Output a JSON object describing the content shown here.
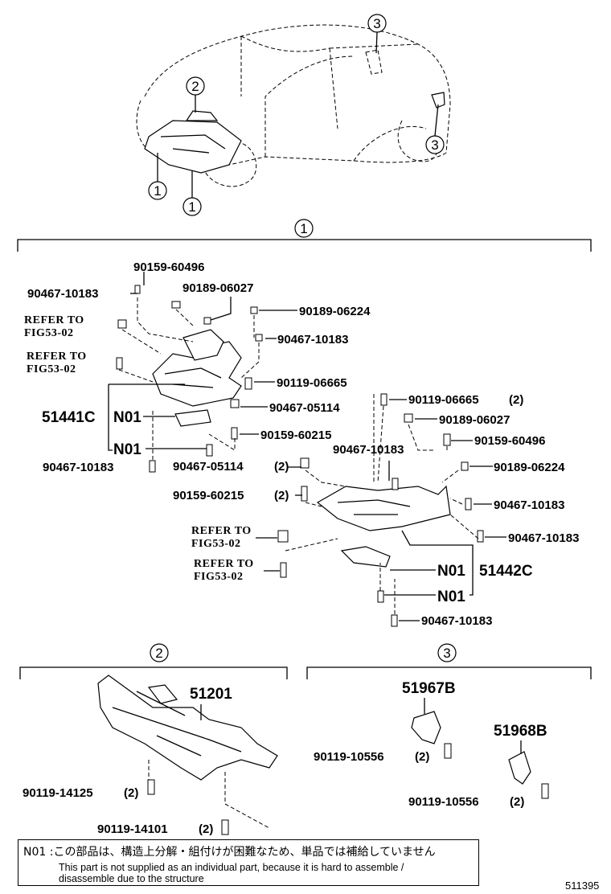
{
  "callouts": [
    "1",
    "2",
    "3"
  ],
  "parts": {
    "p_90159_60496_a": "90159-60496",
    "p_90467_10183_a": "90467-10183",
    "p_90189_06027_a": "90189-06027",
    "p_90189_06224_a": "90189-06224",
    "p_90467_10183_b": "90467-10183",
    "p_90119_06665_a": "90119-06665",
    "p_90467_05114_a": "90467-05114",
    "p_51441C": "51441C",
    "p_90159_60215_a": "90159-60215",
    "p_90467_10183_c": "90467-10183",
    "p_90467_05114_b": "90467-05114",
    "p_90159_60215_b": "90159-60215",
    "p_90119_06665_b": "90119-06665",
    "p_90189_06027_b": "90189-06027",
    "p_90159_60496_b": "90159-60496",
    "p_90467_10183_d": "90467-10183",
    "p_90189_06224_b": "90189-06224",
    "p_90467_10183_e": "90467-10183",
    "p_90467_10183_f": "90467-10183",
    "p_51442C": "51442C",
    "p_90467_10183_g": "90467-10183",
    "p_51201": "51201",
    "p_90119_14125": "90119-14125",
    "p_90119_14101": "90119-14101",
    "p_51967B": "51967B",
    "p_90119_10556_a": "90119-10556",
    "p_51968B": "51968B",
    "p_90119_10556_b": "90119-10556"
  },
  "qty": "(2)",
  "n01": "N01",
  "refer_to": "REFER TO",
  "fig": "FIG53-02",
  "note": {
    "jp": "N01 :この部品は、構造上分解・組付けが困難なため、単品では補給していません",
    "en_line1": "This part is not supplied as an individual part, because it is hard to assemble /",
    "en_line2": "disassemble due to the structure"
  },
  "illustration_code": "511395"
}
